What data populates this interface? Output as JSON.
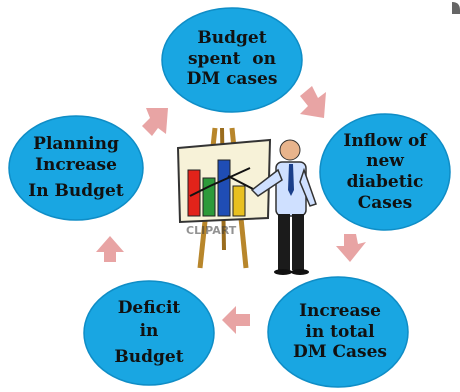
{
  "colors": {
    "circle_fill": "#19a6e2",
    "circle_stroke": "#0f8dc6",
    "arrow": "#e8a4a4",
    "text": "#111111"
  },
  "nodes": [
    {
      "lines": [
        "Budget",
        "spent  on",
        "DM cases"
      ]
    },
    {
      "lines": [
        "Inflow of",
        "new",
        "diabetic",
        "Cases"
      ]
    },
    {
      "lines": [
        "Increase",
        "in total",
        "DM Cases"
      ]
    },
    {
      "lines": [
        "Deficit",
        "in",
        "Budget"
      ]
    },
    {
      "lines": [
        "Planning",
        "Increase",
        "In Budget"
      ]
    }
  ],
  "easel_caption": "CLIPART"
}
